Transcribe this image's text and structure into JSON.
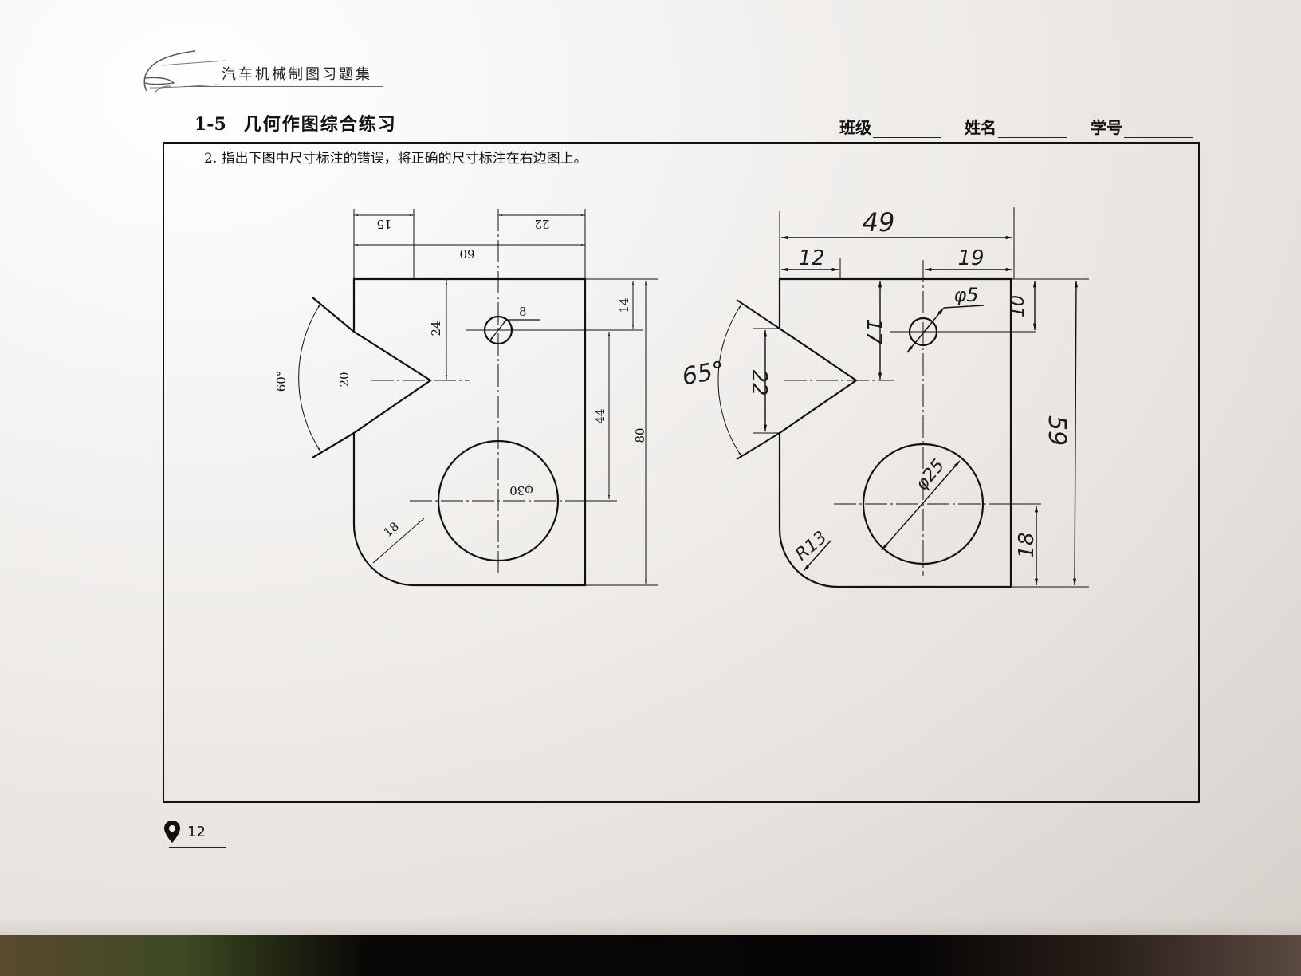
{
  "header": {
    "book_title": "汽车机械制图习题集",
    "section_number": "1-5",
    "section_title": "几何作图综合练习",
    "fields": [
      {
        "label": "班级",
        "value": ""
      },
      {
        "label": "姓名",
        "value": ""
      },
      {
        "label": "学号",
        "value": ""
      }
    ]
  },
  "exercise": {
    "instruction": "2. 指出下图中尺寸标注的错误，将正确的尺寸标注在右边图上。"
  },
  "left_drawing": {
    "caption": "printed drawing with incorrect dimensions",
    "dims": {
      "top_left": "15",
      "top_right": "22",
      "overall_width": "60",
      "hole_small": "8",
      "height_24": "24",
      "notch_height": "20",
      "angle": "60°",
      "right_top": "14",
      "right_mid": "44",
      "overall_height": "80",
      "circle_dia": "φ30",
      "radius": "18"
    }
  },
  "right_drawing": {
    "caption": "handwritten corrected dimensions",
    "dims": {
      "overall_width": "49",
      "left_width": "12",
      "right_width": "19",
      "hole_small": "φ5",
      "height_17": "17",
      "notch_height": "22",
      "angle": "65°",
      "right_top": "10",
      "right_bottom": "18",
      "overall_height": "59",
      "circle_dia": "φ25",
      "radius": "R13"
    }
  },
  "footer": {
    "page_number": "12"
  },
  "colors": {
    "ink": "#111111",
    "handwriting": "#1a1a1a",
    "paper": "#f1eeeb"
  }
}
